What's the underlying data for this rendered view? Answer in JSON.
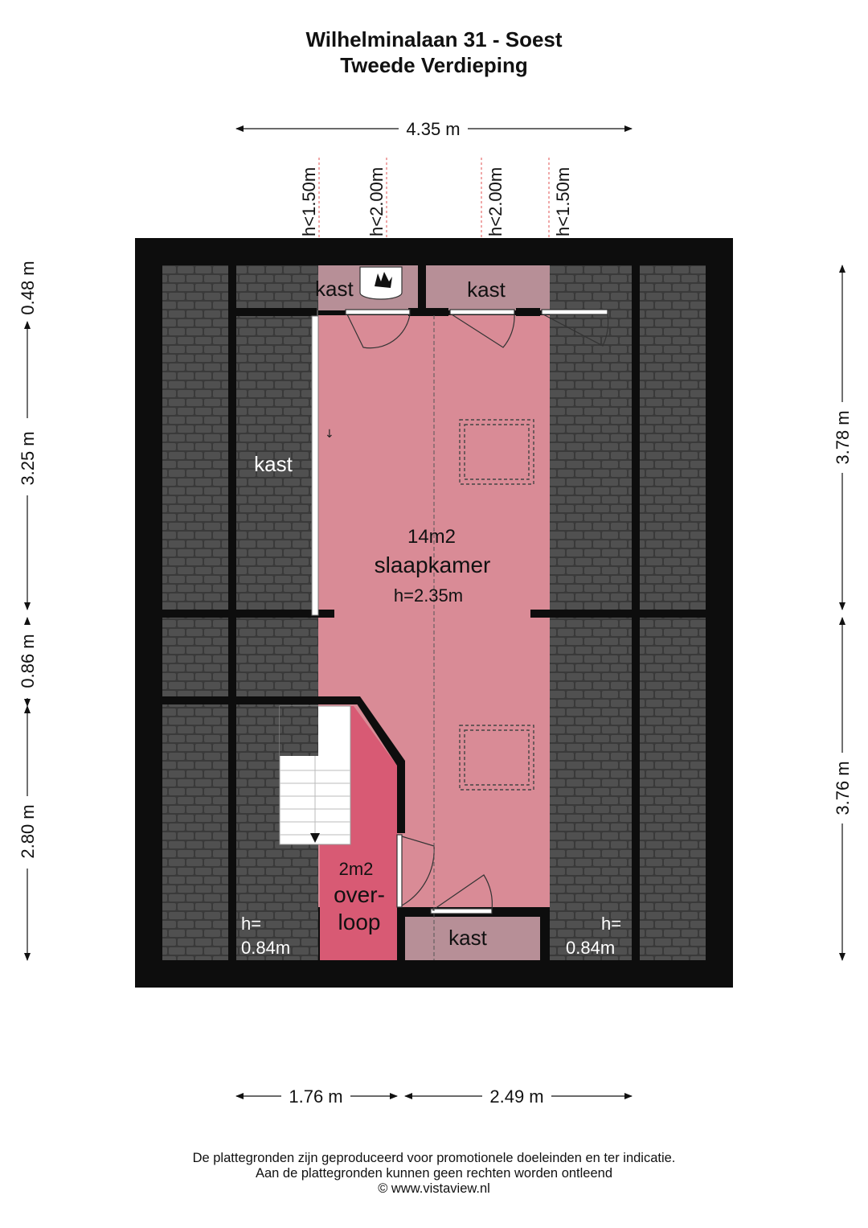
{
  "header": {
    "address": "Wilhelminalaan 31 - Soest",
    "floor": "Tweede Verdieping"
  },
  "dimensions": {
    "top_width": "4.35 m",
    "left_1": "0.48 m",
    "left_2": "3.25 m",
    "left_3": "0.86 m",
    "left_4": "2.80 m",
    "right_1": "3.78 m",
    "right_2": "3.76 m",
    "bottom_1": "1.76 m",
    "bottom_2": "2.49 m",
    "height_markers": [
      "h<1.50m",
      "h<2.00m",
      "h<2.00m",
      "h<1.50m"
    ]
  },
  "rooms": {
    "kast_top_left": "kast",
    "kast_top_right": "kast",
    "kast_left": "kast",
    "kast_bottom": "kast",
    "bedroom_area": "14m2",
    "bedroom_name": "slaapkamer",
    "bedroom_height": "h=2.35m",
    "landing_area": "2m2",
    "landing_name_1": "over-",
    "landing_name_2": "loop",
    "low_left_1": "h=",
    "low_left_2": "0.84m",
    "low_right_1": "h=",
    "low_right_2": "0.84m"
  },
  "colors": {
    "bedroom": "#d98b96",
    "landing": "#d85a74",
    "closet": "#b78f97",
    "wall": "#0d0d0d",
    "roof_tiles": "#3a3a3a"
  },
  "footer": {
    "line1": "De plattegronden zijn geproduceerd voor promotionele doeleinden en ter indicatie.",
    "line2": "Aan de plattegronden kunnen geen rechten worden ontleend",
    "line3": "© www.vistaview.nl"
  }
}
